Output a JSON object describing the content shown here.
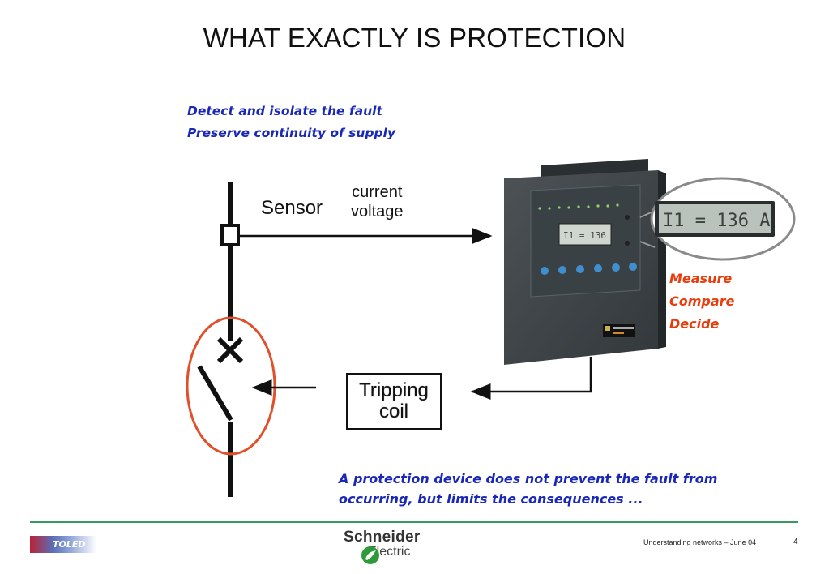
{
  "slide": {
    "title": "WHAT EXACTLY IS PROTECTION",
    "goals": [
      "Detect and isolate the fault",
      "Preserve continuity of supply"
    ],
    "sensor_label": "Sensor",
    "measured_quantities": [
      "current",
      "voltage"
    ],
    "tripping_coil": [
      "Tripping",
      "coil"
    ],
    "relay_display": "I1 = 136  A",
    "relay_functions": [
      "Measure",
      "Compare",
      "Decide"
    ],
    "note": [
      "A protection device does not prevent the fault from",
      "occurring, but limits the consequences ..."
    ],
    "colors": {
      "blue_text": "#1a28b8",
      "red_text": "#e83c0c",
      "breaker_circle": "#e0502a",
      "footer_line": "#3a9a5a"
    }
  },
  "footer": {
    "left_logo": "TOLED",
    "brand": {
      "line1": "Schneider",
      "line2": "Electric"
    },
    "text": "Understanding networks – June 04",
    "page": "4"
  }
}
